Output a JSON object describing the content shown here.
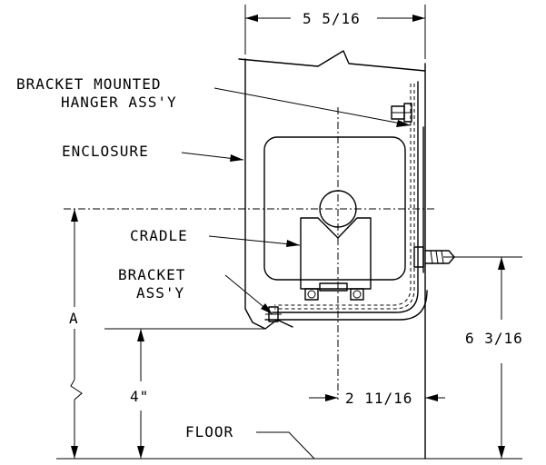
{
  "labels": {
    "bracket_mounted_line1": "BRACKET MOUNTED",
    "bracket_mounted_line2": "HANGER ASS'Y",
    "enclosure": "ENCLOSURE",
    "cradle": "CRADLE",
    "bracket_line1": "BRACKET",
    "bracket_line2": "ASS'Y",
    "floor": "FLOOR",
    "dimension_a": "A"
  },
  "dimensions": {
    "top_width": "5 5/16",
    "inner_width": "2 11/16",
    "height_right": "6 3/16",
    "height_left": "4\""
  }
}
